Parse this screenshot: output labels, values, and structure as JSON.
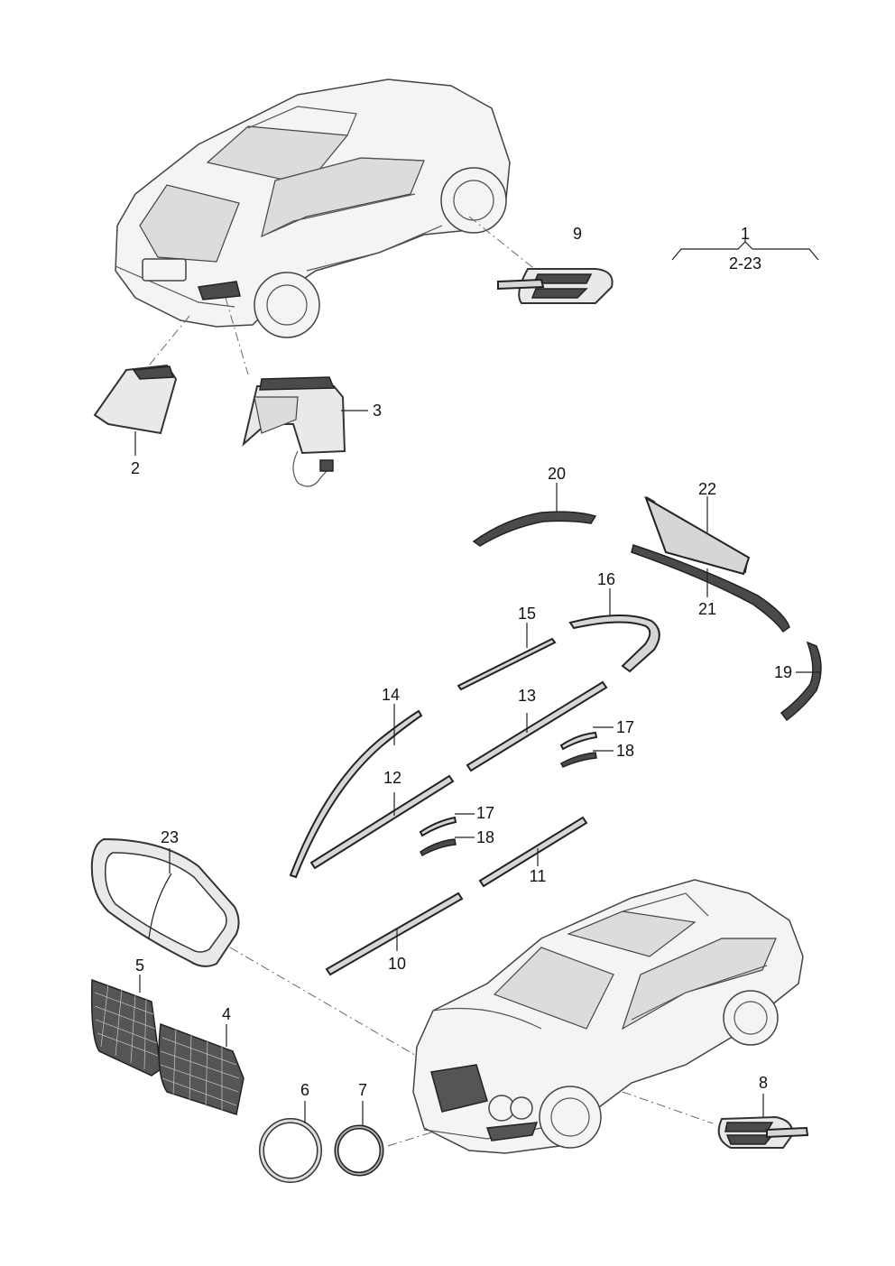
{
  "labels": {
    "p1": "1",
    "p1_range": "2-23",
    "p2": "2",
    "p3": "3",
    "p4": "4",
    "p5": "5",
    "p6": "6",
    "p7": "7",
    "p8": "8",
    "p9": "9",
    "p10": "10",
    "p11": "11",
    "p12": "12",
    "p13": "13",
    "p14": "14",
    "p15": "15",
    "p16": "16",
    "p17a": "17",
    "p18a": "18",
    "p17b": "17",
    "p18b": "18",
    "p19": "19",
    "p20": "20",
    "p21": "21",
    "p22": "22",
    "p23": "23"
  }
}
